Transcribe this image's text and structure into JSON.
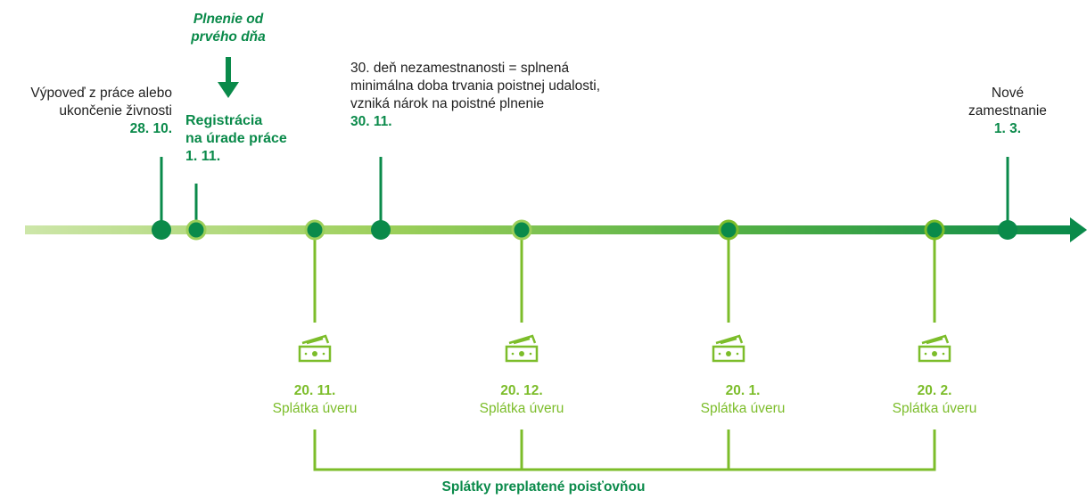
{
  "first_day": {
    "line1": "Plnenie od",
    "line2": "prvého dňa"
  },
  "events": {
    "resignation": {
      "line1": "Výpoveď z práce alebo",
      "line2": "ukončenie živnosti",
      "date": "28. 10."
    },
    "registration": {
      "line1": "Registrácia",
      "line2": "na úrade práce",
      "date": "1. 11."
    },
    "day30": {
      "line1": "30. deň nezamestnanosti = splnená",
      "line2": "minimálna doba trvania poistnej udalosti,",
      "line3": "vzniká nárok na poistné plnenie",
      "date": "30. 11."
    },
    "new_job": {
      "line1": "Nové",
      "line2": "zamestnanie",
      "date": "1. 3."
    }
  },
  "payments": [
    {
      "date": "20. 11.",
      "label": "Splátka úveru"
    },
    {
      "date": "20. 12.",
      "label": "Splátka úveru"
    },
    {
      "date": "20. 1.",
      "label": "Splátka úveru"
    },
    {
      "date": "20. 2.",
      "label": "Splátka úveru"
    }
  ],
  "footer": "Splátky preplatené poisťovňou",
  "colors": {
    "dark_green": "#0a8a4a",
    "light_green": "#7cbd2a",
    "pale_green": "#c9e3a4"
  }
}
